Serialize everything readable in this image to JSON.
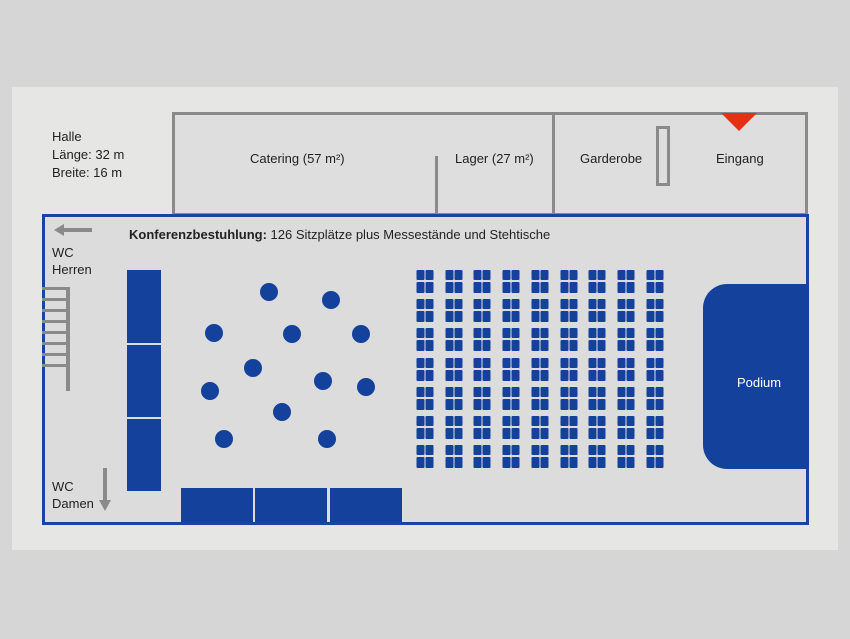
{
  "hall_info": {
    "title": "Halle",
    "length": "Länge: 32 m",
    "width": "Breite: 16 m"
  },
  "rooms": {
    "catering": "Catering (57 m²)",
    "lager": "Lager (27 m²)",
    "garderobe": "Garderobe",
    "eingang": "Eingang"
  },
  "heading": {
    "bold": "Konferenzbestuhlung:",
    "rest": " 126 Sitzplätze plus Messestände und Stehtische"
  },
  "wc_herren": {
    "line1": "WC",
    "line2": "Herren"
  },
  "wc_damen": {
    "line1": "WC",
    "line2": "Damen"
  },
  "podium": "Podium",
  "seating": {
    "rows": 7,
    "columns": 9,
    "seats_per_cell": 2
  },
  "colors": {
    "accent_blue": "#14419b",
    "wall_gray": "#8a8a8a",
    "entrance_marker": "#e53015"
  }
}
